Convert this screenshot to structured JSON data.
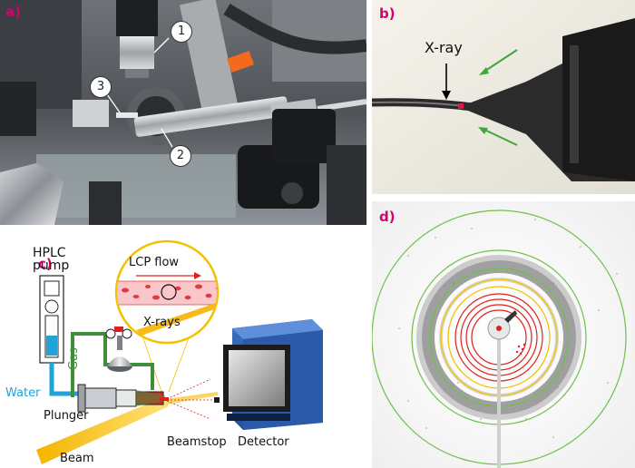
{
  "panels": {
    "a": {
      "label": "a)",
      "callouts": [
        "1",
        "2",
        "3"
      ]
    },
    "b": {
      "label": "b)",
      "xray_label": "X-ray"
    },
    "c": {
      "label": "c)",
      "hplc_label": "HPLC",
      "pump_label": "pump",
      "water_label": "Water",
      "gas_label": "Gas",
      "plunger_label": "Plunger",
      "beam_label": "Beam",
      "beamstop_label": "Beamstop",
      "detector_label": "Detector",
      "lcp_flow_label": "LCP flow",
      "xrays_label": "X-rays"
    },
    "d": {
      "label": "d)"
    }
  },
  "colors": {
    "label_magenta": "#d6006e",
    "water_blue": "#1fa3d8",
    "gas_green": "#3f8f3a",
    "beam_yellow": "#f5b400",
    "ring_green": "#6cc04a",
    "ring_yellow": "#f2c200",
    "ring_red": "#e0201b",
    "detector_blue": "#1f4fa0"
  }
}
